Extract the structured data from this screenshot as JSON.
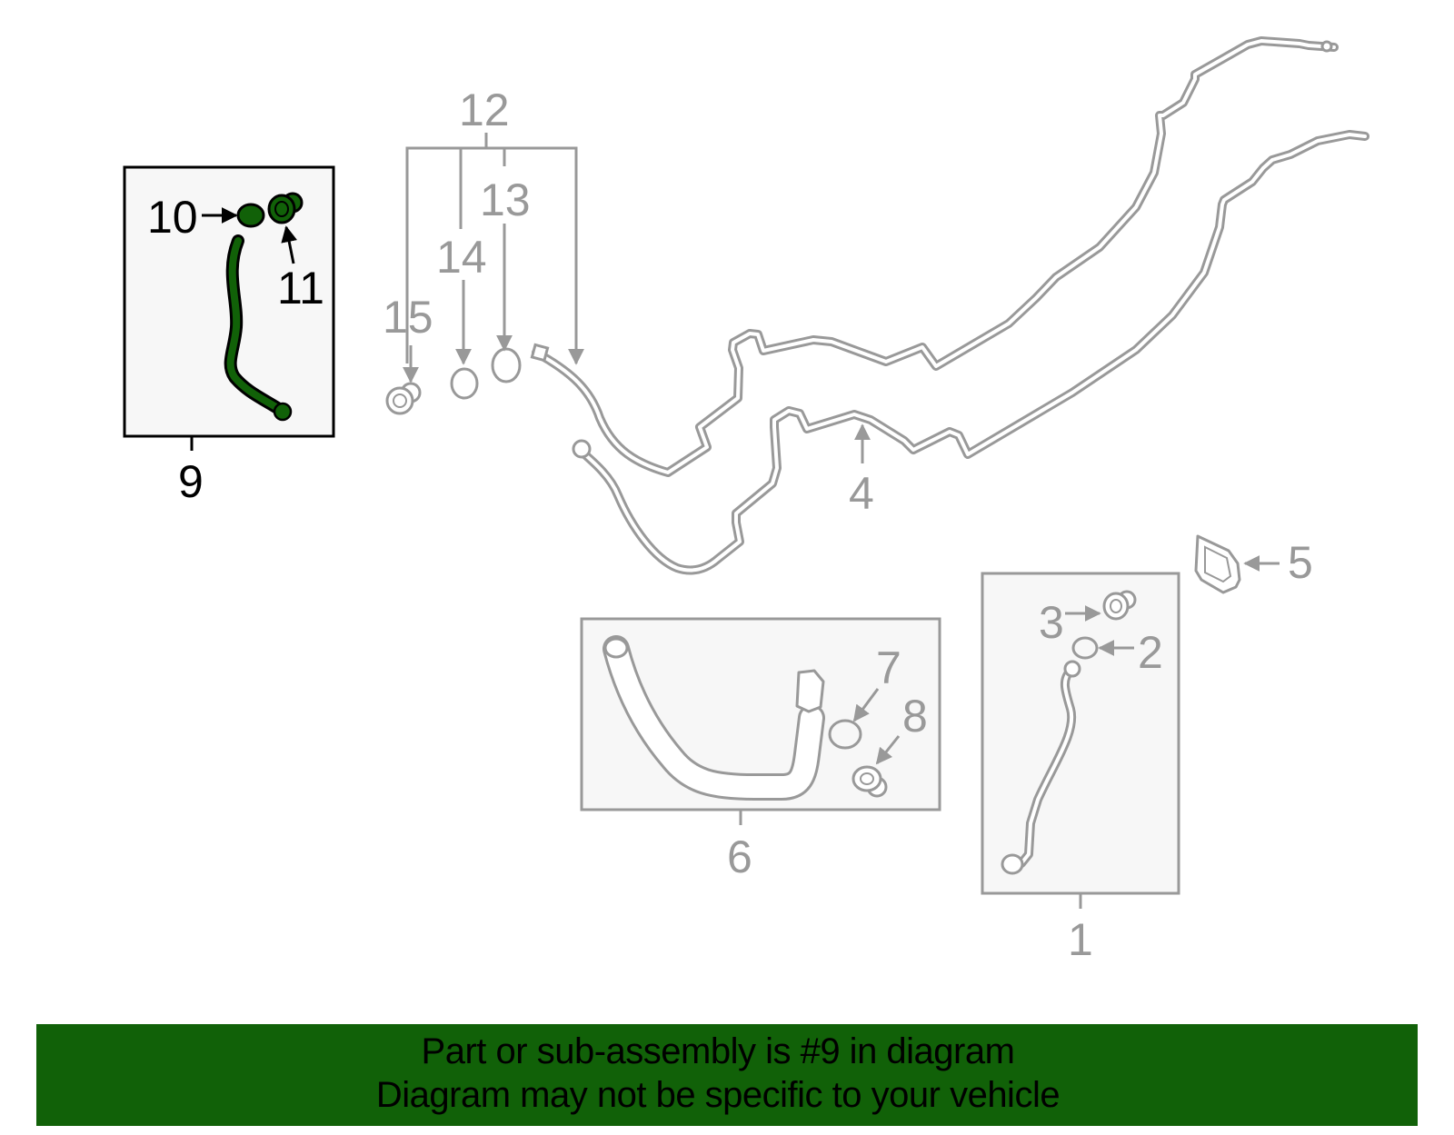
{
  "diagram": {
    "highlight_color": "#116108",
    "line_color": "#999999",
    "box_fill": "#f7f7f7",
    "callouts": [
      {
        "id": "1",
        "label": "1",
        "description": "hose assembly (boxed, right)"
      },
      {
        "id": "2",
        "label": "2",
        "description": "o-ring"
      },
      {
        "id": "3",
        "label": "3",
        "description": "valve core / cap"
      },
      {
        "id": "4",
        "label": "4",
        "description": "long refrigerant lines"
      },
      {
        "id": "5",
        "label": "5",
        "description": "gasket"
      },
      {
        "id": "6",
        "label": "6",
        "description": "hose assembly (boxed, center)"
      },
      {
        "id": "7",
        "label": "7",
        "description": "o-ring"
      },
      {
        "id": "8",
        "label": "8",
        "description": "valve core / cap"
      },
      {
        "id": "9",
        "label": "9",
        "description": "highlighted hose assembly (boxed, left)",
        "highlighted": true
      },
      {
        "id": "10",
        "label": "10",
        "description": "o-ring",
        "highlighted": true
      },
      {
        "id": "11",
        "label": "11",
        "description": "valve core / cap",
        "highlighted": true
      },
      {
        "id": "12",
        "label": "12",
        "description": "line assembly group"
      },
      {
        "id": "13",
        "label": "13",
        "description": "o-ring"
      },
      {
        "id": "14",
        "label": "14",
        "description": "o-ring"
      },
      {
        "id": "15",
        "label": "15",
        "description": "valve core / cap"
      }
    ]
  },
  "banner": {
    "line1": "Part or sub-assembly is #9 in diagram",
    "line2": "Diagram may not be specific to your vehicle",
    "background": "#116108"
  }
}
